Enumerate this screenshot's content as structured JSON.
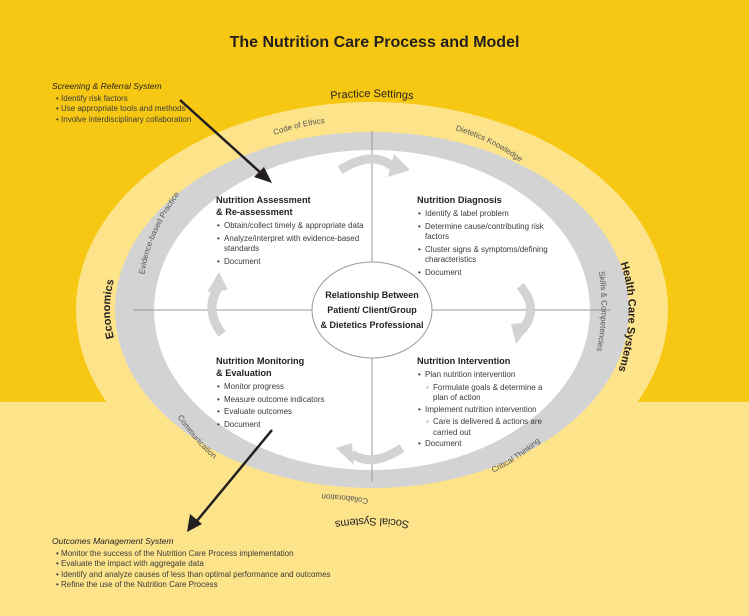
{
  "title": "The Nutrition Care Process and Model",
  "outer_ring": {
    "top": "Practice Settings",
    "right": "Health Care Systems",
    "bottom": "Social Systems",
    "left": "Economics"
  },
  "inner_ring": {
    "ethics": "Code of Ethics",
    "dietetics_knowledge": "Dietetics Knowledge",
    "skills": "Skills & Competencies",
    "critical_thinking": "Critical Thinking",
    "collaboration": "Collaboration",
    "communication": "Communication",
    "evidence": "Evidence-based Practice"
  },
  "center": {
    "line1": "Relationship Between",
    "line2": "Patient/ Client/Group",
    "line3": "& Dietetics Professional"
  },
  "screening": {
    "title": "Screening & Referral System",
    "items": [
      "Identify risk factors",
      "Use appropriate tools and methods",
      "Involve interdisciplinary collaboration"
    ]
  },
  "outcomes": {
    "title": "Outcomes Management System",
    "items": [
      "Monitor the success of the Nutrition Care Process implementation",
      "Evaluate the impact with aggregate data",
      "Identify and analyze causes of less than optimal performance and outcomes",
      "Refine the use of the Nutrition Care Process"
    ]
  },
  "assessment": {
    "title_line1": "Nutrition Assessment",
    "title_line2": "& Re-assessment",
    "items": [
      "Obtain/collect timely & appropriate data",
      "Analyze/interpret with evidence-based standards",
      "Document"
    ]
  },
  "diagnosis": {
    "title": "Nutrition Diagnosis",
    "items": [
      "Identify & label problem",
      "Determine cause/contributing risk factors",
      "Cluster signs & symptoms/defining characteristics",
      "Document"
    ]
  },
  "monitoring": {
    "title_line1": "Nutrition Monitoring",
    "title_line2": "& Evaluation",
    "items": [
      "Monitor progress",
      "Measure outcome indicators",
      "Evaluate outcomes",
      "Document"
    ]
  },
  "intervention": {
    "title": "Nutrition Intervention",
    "plan": "Plan nutrition intervention",
    "plan_sub": "Formulate goals & determine a plan of action",
    "implement": "Implement nutrition intervention",
    "implement_sub": "Care is delivered & actions are carried out",
    "document": "Document"
  },
  "colors": {
    "yellow": "#f7c813",
    "light_yellow": "#fde48a",
    "ring_gray": "#d3d3d3",
    "text": "#231f20"
  }
}
